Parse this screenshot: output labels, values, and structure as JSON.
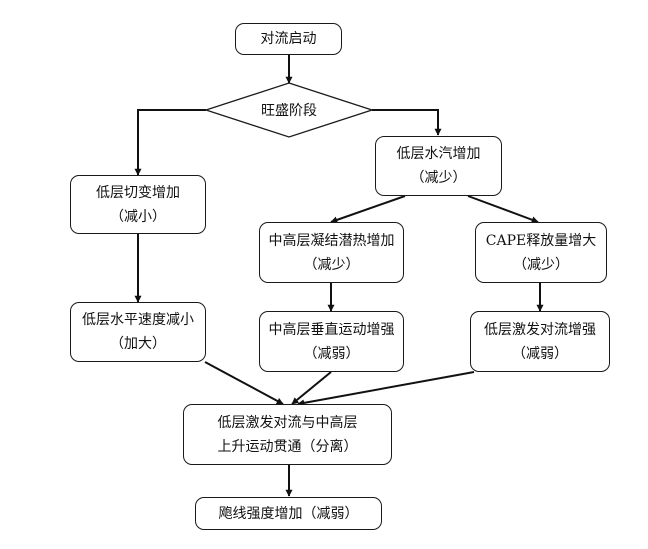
{
  "nodes": {
    "start": "对流启动",
    "decision": "旺盛阶段",
    "moisture": [
      "低层水汽增加",
      "（减少）"
    ],
    "shear": [
      "低层切变增加",
      "（减小）"
    ],
    "latent": [
      "中高层凝结潜热增加",
      "（减少）"
    ],
    "cape": [
      "CAPE释放量增大",
      "（减少）"
    ],
    "wind": [
      "低层水平速度减小",
      "（加大）"
    ],
    "vertical": [
      "中高层垂直运动增强",
      "（减弱）"
    ],
    "convection": [
      "低层激发对流增强",
      "（减弱）"
    ],
    "coupling": [
      "低层激发对流与中高层",
      "上升运动贯通（分离）"
    ],
    "result": "飑线强度增加（减弱）"
  }
}
